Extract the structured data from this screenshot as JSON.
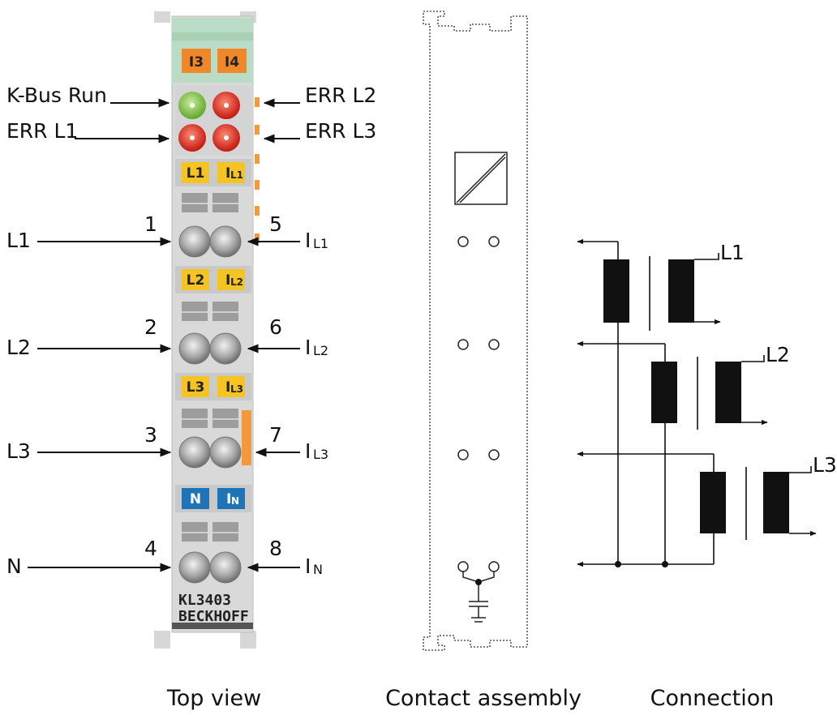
{
  "top_view": {
    "caption": "Top view",
    "model": "KL3403",
    "brand": "BECKHOFF",
    "header_tags": [
      "I3",
      "I4"
    ],
    "led_labels": {
      "kbus_run": "K-Bus Run",
      "err_l1": "ERR L1",
      "err_l2": "ERR L2",
      "err_l3": "ERR L3"
    },
    "terminal_tags": [
      {
        "left": "L1",
        "right_main": "I",
        "right_sub": "L1"
      },
      {
        "left": "L2",
        "right_main": "I",
        "right_sub": "L2"
      },
      {
        "left": "L3",
        "right_main": "I",
        "right_sub": "L3"
      },
      {
        "left": "N",
        "right_main": "I",
        "right_sub": "N"
      }
    ],
    "left_signals": [
      "L1",
      "L2",
      "L3",
      "N"
    ],
    "left_numbers": [
      "1",
      "2",
      "3",
      "4"
    ],
    "right_numbers": [
      "5",
      "6",
      "7",
      "8"
    ],
    "right_signals": [
      {
        "main": "I",
        "sub": "L1"
      },
      {
        "main": "I",
        "sub": "L2"
      },
      {
        "main": "I",
        "sub": "L3"
      },
      {
        "main": "I",
        "sub": "N"
      }
    ]
  },
  "contact_assembly": {
    "caption": "Contact assembly"
  },
  "connection": {
    "caption": "Connection",
    "phase_labels": [
      "L1",
      "L2",
      "L3"
    ]
  },
  "colors": {
    "terminal_body": "#d9d9d9",
    "header_green": "#b9dcc6",
    "tag_orange": "#f0882a",
    "tag_yellow": "#f5c422",
    "tag_blue": "#1f74b8",
    "led_green": "#7cc242",
    "led_red": "#e02b20",
    "side_orange": "#f29a3c"
  }
}
